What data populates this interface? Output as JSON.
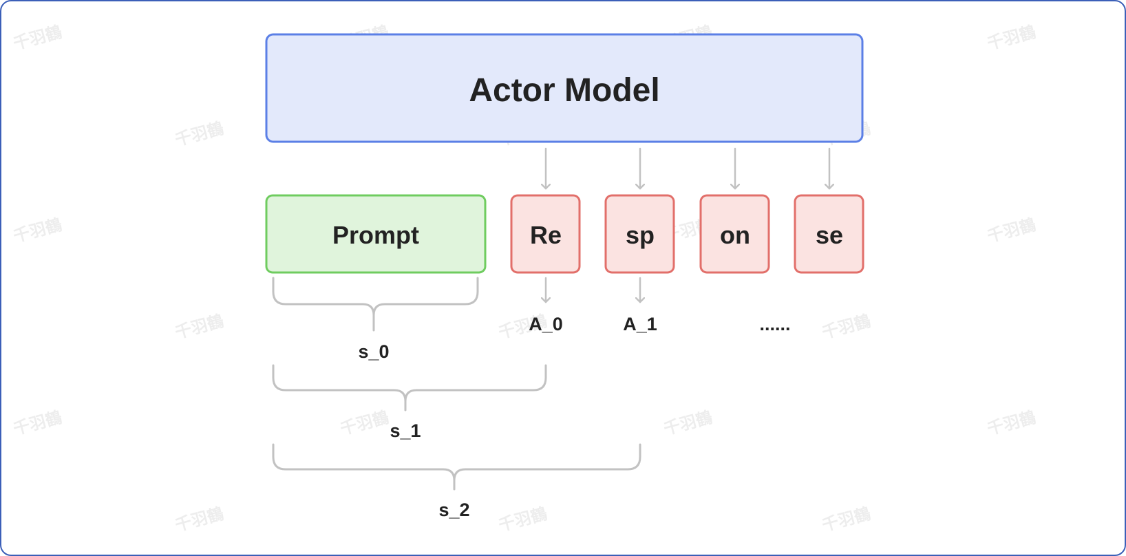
{
  "diagram": {
    "actor_label": "Actor Model",
    "prompt_label": "Prompt",
    "tokens": [
      "Re",
      "sp",
      "on",
      "se"
    ],
    "actions": [
      "A_0",
      "A_1"
    ],
    "ellipsis": "......",
    "states": [
      "s_0",
      "s_1",
      "s_2"
    ],
    "watermark": "千羽鶴"
  },
  "colors": {
    "actor_fill": "#e3e9fb",
    "actor_stroke": "#5b7fe6",
    "prompt_fill": "#e0f4dc",
    "prompt_stroke": "#6fcc5f",
    "token_fill": "#fbe3e1",
    "token_stroke": "#e26f6a",
    "arrow": "#c2c2c2",
    "brace": "#c2c2c2",
    "text": "#222222"
  }
}
